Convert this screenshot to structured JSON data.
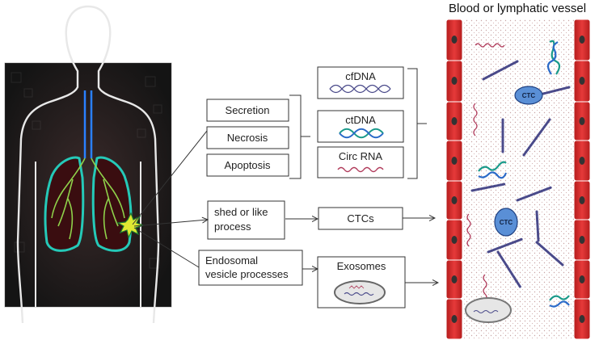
{
  "vessel_title": "Blood or lymphatic vessel",
  "processes": {
    "secretion": "Secretion",
    "necrosis": "Necrosis",
    "apoptosis": "Apoptosis",
    "shed_line1": "shed or like",
    "shed_line2": "process",
    "endo_line1": "Endosomal",
    "endo_line2": "vesicle processes"
  },
  "products": {
    "cfdna": "cfDNA",
    "ctdna": "ctDNA",
    "circrna": "Circ RNA",
    "ctcs": "CTCs",
    "exosomes": "Exosomes"
  },
  "ctc_label": "CTC",
  "colors": {
    "vessel_wall": "#d42a2a",
    "ctc_cell": "#5a8fd6",
    "rna": "#b03a5a",
    "ctdna": "#1a9a8a",
    "dna": "#4a4a8a",
    "lungs": "#1fa89a",
    "tumor": "#d8e030"
  }
}
